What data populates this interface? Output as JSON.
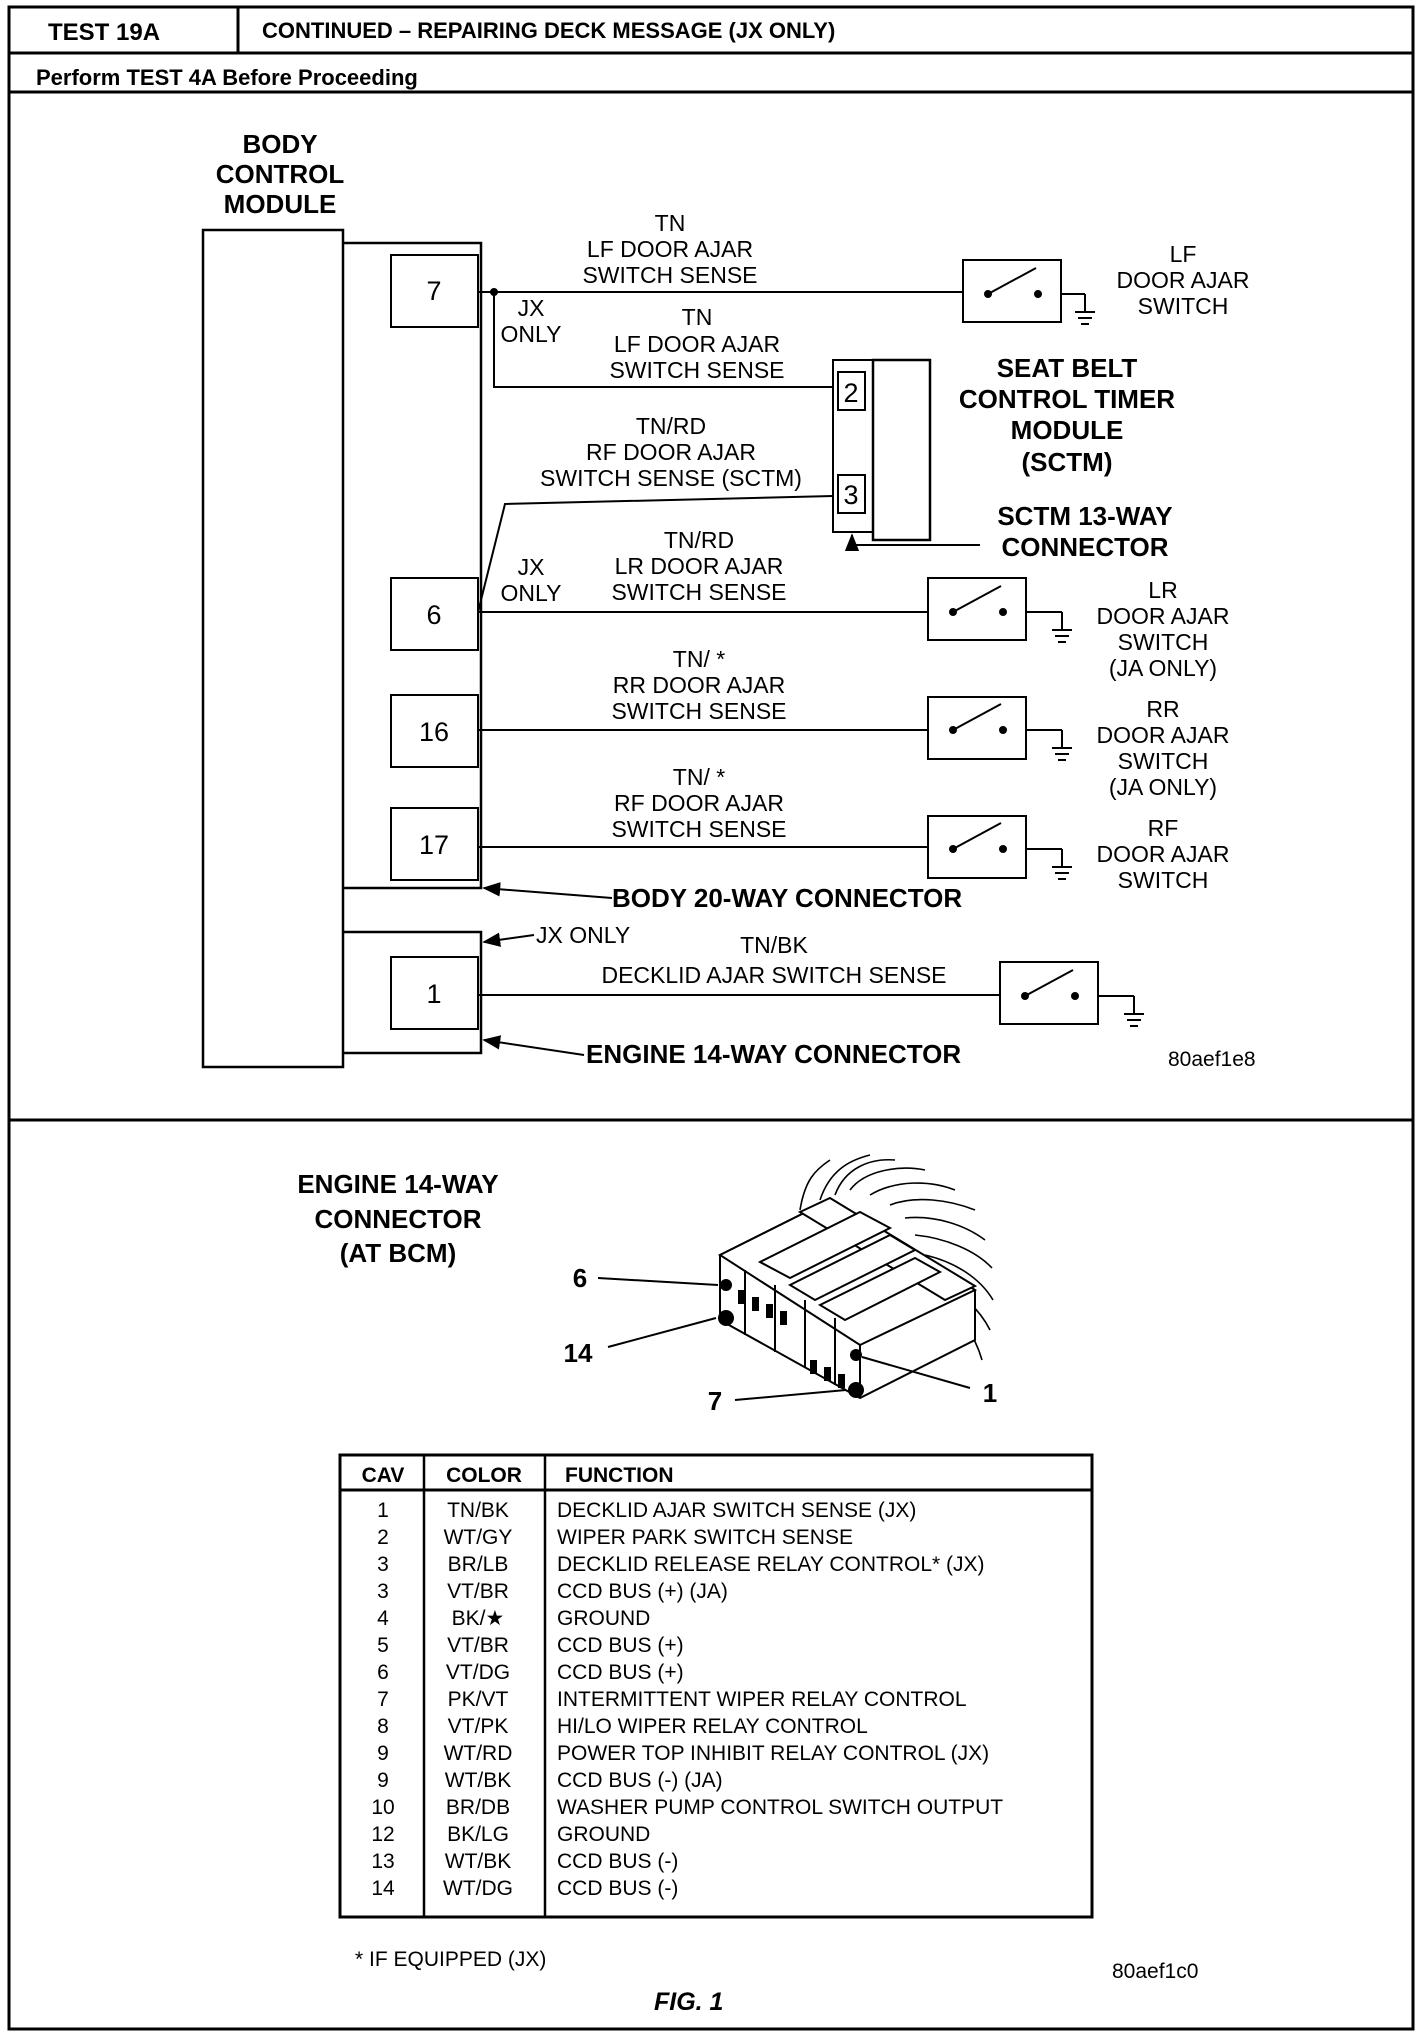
{
  "header": {
    "test_id": "TEST 19A",
    "title": "CONTINUED – REPAIRING DECK MESSAGE (JX ONLY)",
    "subtitle": "Perform TEST 4A Before Proceeding"
  },
  "schematic": {
    "bcm_label": [
      "BODY",
      "CONTROL",
      "MODULE"
    ],
    "cavities": [
      "7",
      "6",
      "16",
      "17",
      "1"
    ],
    "sctm_pins": [
      "2",
      "3"
    ],
    "sctm_label": [
      "SEAT BELT",
      "CONTROL TIMER",
      "MODULE",
      "(SCTM)"
    ],
    "sctm_connector": [
      "SCTM 13-WAY",
      "CONNECTOR"
    ],
    "body_connector": "BODY 20-WAY CONNECTOR",
    "engine_connector": "ENGINE 14-WAY CONNECTOR",
    "jx_only": [
      "JX",
      "ONLY"
    ],
    "jx_only_inline": "JX ONLY",
    "wires": {
      "lf_top": [
        "TN",
        "LF DOOR AJAR",
        "SWITCH SENSE"
      ],
      "lf_sctm": [
        "TN",
        "LF DOOR AJAR",
        "SWITCH SENSE"
      ],
      "rf_sctm": [
        "TN/RD",
        "RF DOOR AJAR",
        "SWITCH SENSE (SCTM)"
      ],
      "lr": [
        "TN/RD",
        "LR DOOR AJAR",
        "SWITCH SENSE"
      ],
      "rr": [
        "TN/ *",
        "RR DOOR AJAR",
        "SWITCH SENSE"
      ],
      "rf": [
        "TN/ *",
        "RF DOOR AJAR",
        "SWITCH SENSE"
      ],
      "decklid": [
        "TN/BK",
        "DECKLID AJAR SWITCH SENSE"
      ]
    },
    "switches": {
      "lf": [
        "LF",
        "DOOR AJAR",
        "SWITCH"
      ],
      "lr": [
        "LR",
        "DOOR AJAR",
        "SWITCH",
        "(JA ONLY)"
      ],
      "rr": [
        "RR",
        "DOOR AJAR",
        "SWITCH",
        "(JA ONLY)"
      ],
      "rf": [
        "RF",
        "DOOR AJAR",
        "SWITCH"
      ]
    },
    "image_code": "80aef1e8"
  },
  "connector_view": {
    "title": [
      "ENGINE 14-WAY",
      "CONNECTOR",
      "(AT BCM)"
    ],
    "callouts": [
      "6",
      "14",
      "7",
      "1"
    ]
  },
  "pin_table": {
    "headers": [
      "CAV",
      "COLOR",
      "FUNCTION"
    ],
    "rows": [
      [
        "1",
        "TN/BK",
        "DECKLID AJAR SWITCH SENSE (JX)"
      ],
      [
        "2",
        "WT/GY",
        "WIPER PARK SWITCH SENSE"
      ],
      [
        "3",
        "BR/LB",
        "DECKLID RELEASE RELAY CONTROL* (JX)"
      ],
      [
        "3",
        "VT/BR",
        "CCD BUS (+) (JA)"
      ],
      [
        "4",
        "BK/★",
        "GROUND"
      ],
      [
        "5",
        "VT/BR",
        "CCD BUS (+)"
      ],
      [
        "6",
        "VT/DG",
        "CCD BUS (+)"
      ],
      [
        "7",
        "PK/VT",
        "INTERMITTENT WIPER RELAY CONTROL"
      ],
      [
        "8",
        "VT/PK",
        "HI/LO WIPER RELAY CONTROL"
      ],
      [
        "9",
        "WT/RD",
        "POWER TOP INHIBIT RELAY CONTROL (JX)"
      ],
      [
        "9",
        "WT/BK",
        "CCD BUS (-) (JA)"
      ],
      [
        "10",
        "BR/DB",
        "WASHER PUMP CONTROL SWITCH OUTPUT"
      ],
      [
        "12",
        "BK/LG",
        "GROUND"
      ],
      [
        "13",
        "WT/BK",
        "CCD BUS (-)"
      ],
      [
        "14",
        "WT/DG",
        "CCD BUS (-)"
      ]
    ]
  },
  "footnote": "* IF EQUIPPED (JX)",
  "image_code_2": "80aef1c0",
  "figure_caption": "FIG. 1"
}
